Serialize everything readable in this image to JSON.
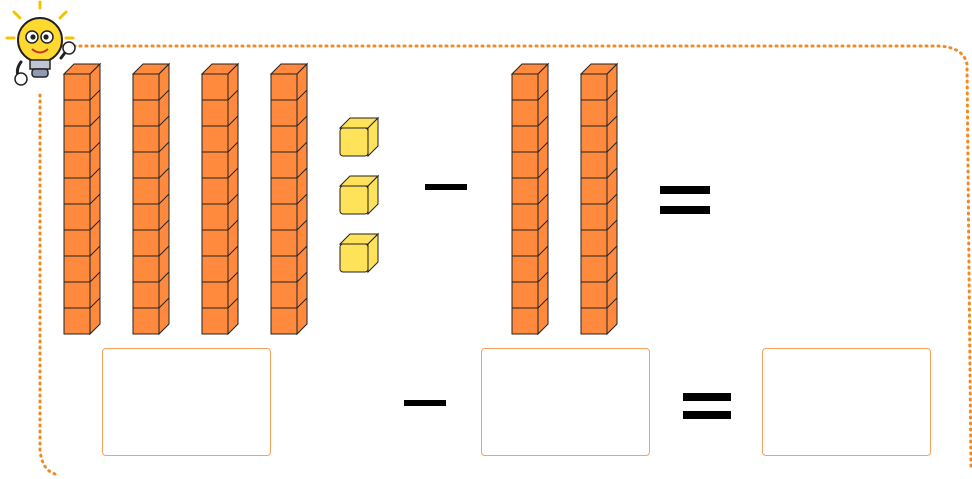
{
  "worksheet": {
    "type": "subtraction-with-base-ten-blocks",
    "mascot_icon": "lightbulb-mascot-icon",
    "colors": {
      "frame": "#f08a24",
      "ten_rod": "#ff8a3d",
      "one_cube": "#fde25a",
      "answer_box_border": "#f6a15e",
      "sign": "#000000"
    },
    "minuend_blocks": {
      "tens": 4,
      "ones": 3,
      "rod_cubes": 10
    },
    "subtrahend_blocks": {
      "tens": 2,
      "ones": 0,
      "rod_cubes": 10
    },
    "operator_icon": "minus-sign-icon",
    "equals_icon": "equals-sign-icon",
    "answer_boxes": [
      {
        "role": "minuend",
        "value": ""
      },
      {
        "role": "subtrahend",
        "value": ""
      },
      {
        "role": "difference",
        "value": ""
      }
    ]
  }
}
